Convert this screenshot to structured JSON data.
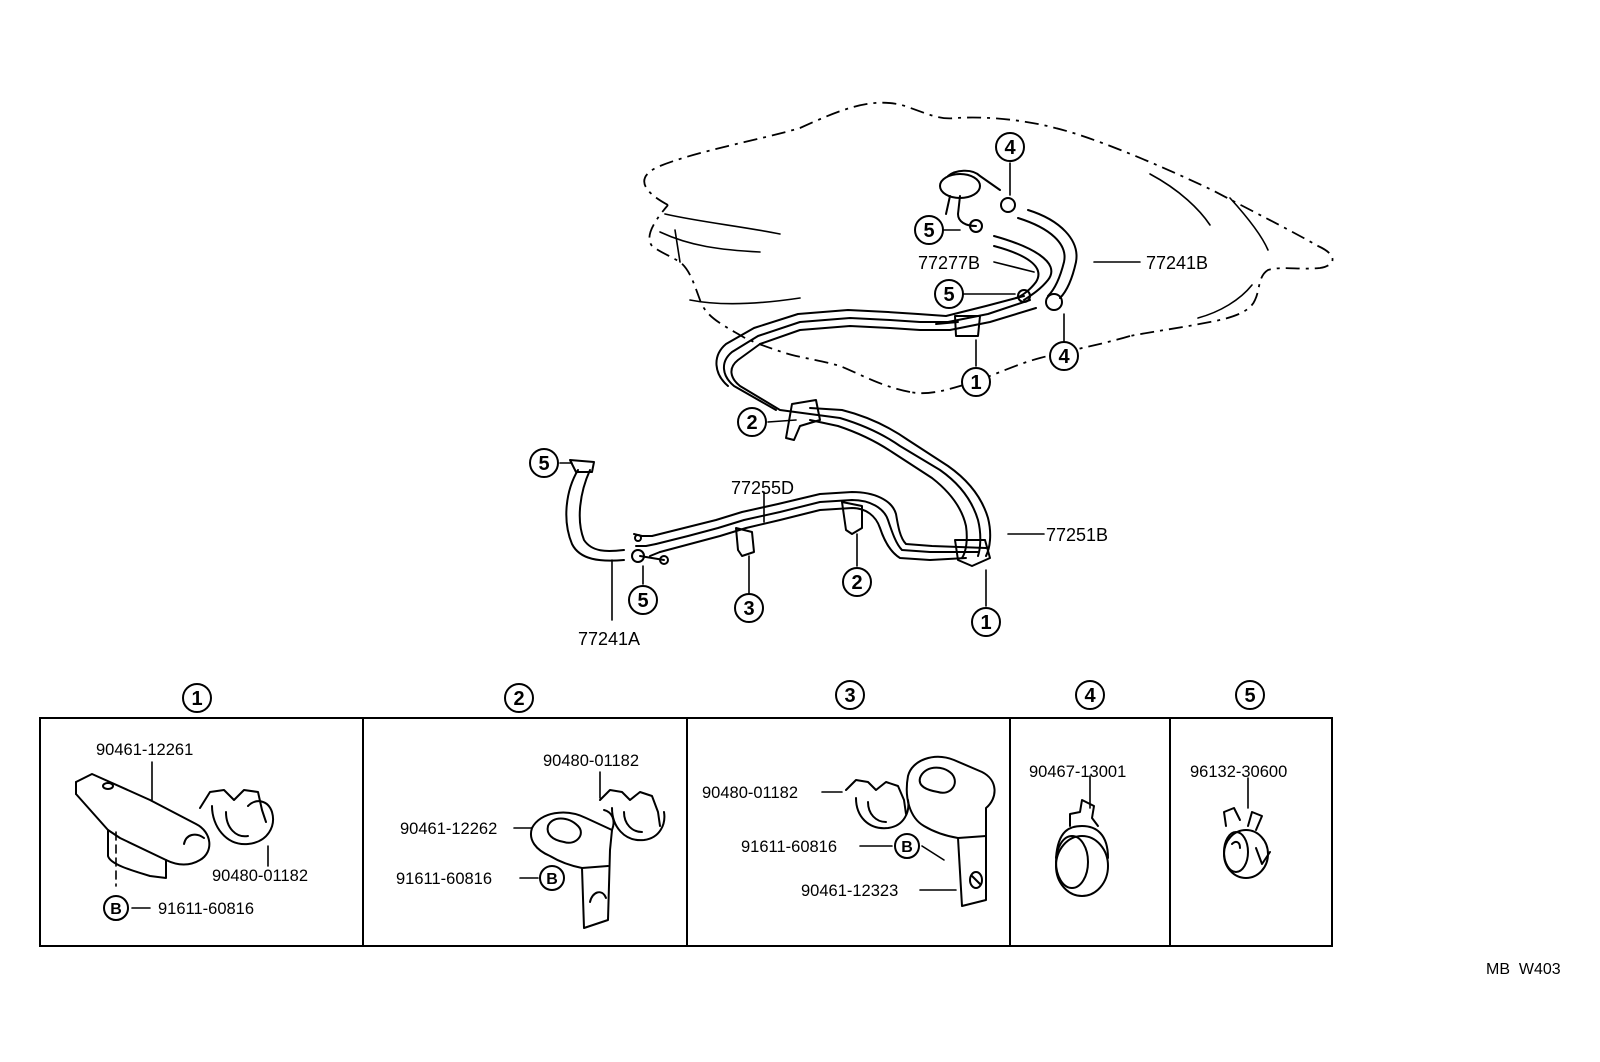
{
  "callouts": {
    "c1": "1",
    "c2": "2",
    "c3": "3",
    "c4": "4",
    "c5": "5",
    "b": "B"
  },
  "parts": {
    "p77277B": "77277B",
    "p77241B": "77241B",
    "p77255D": "77255D",
    "p77251B": "77251B",
    "p77241A": "77241A"
  },
  "panels": [
    {
      "id": "1",
      "labels": [
        "90461-12261",
        "90480-01182",
        "91611-60816"
      ]
    },
    {
      "id": "2",
      "labels": [
        "90480-01182",
        "90461-12262",
        "91611-60816"
      ]
    },
    {
      "id": "3",
      "labels": [
        "90480-01182",
        "91611-60816",
        "90461-12323"
      ]
    },
    {
      "id": "4",
      "labels": [
        "90467-13001"
      ]
    },
    {
      "id": "5",
      "labels": [
        "96132-30600"
      ]
    }
  ],
  "reference": "MB  W403"
}
